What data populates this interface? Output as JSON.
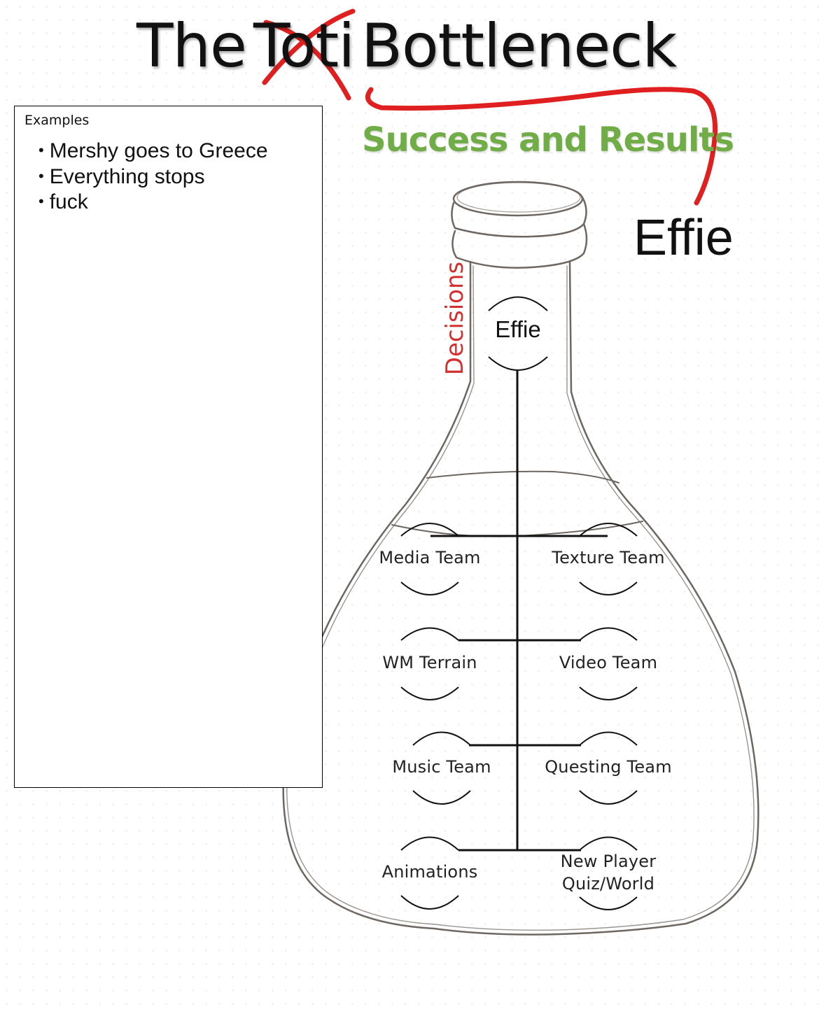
{
  "title": {
    "before": "The",
    "struck": "Toti",
    "after": "Bottleneck"
  },
  "subtitle": "Success and Results",
  "annotation_effie": "Effie",
  "neck_label": "Decisions",
  "top_node": "Effie",
  "team_nodes": [
    {
      "label": "Media Team"
    },
    {
      "label": "Texture Team"
    },
    {
      "label": "WM Terrain"
    },
    {
      "label": "Video Team"
    },
    {
      "label": "Music Team"
    },
    {
      "label": "Questing Team"
    },
    {
      "label": "Animations"
    },
    {
      "label": "New Player\nQuiz/World"
    }
  ],
  "examples": {
    "heading": "Examples",
    "items": [
      "Mershy goes to Greece",
      "Everything stops",
      "fuck"
    ]
  },
  "colors": {
    "strike": "#e02020",
    "subtitle": "#70ad47",
    "neck_label": "#d32f2f",
    "bottle_outline": "#6e6660"
  }
}
